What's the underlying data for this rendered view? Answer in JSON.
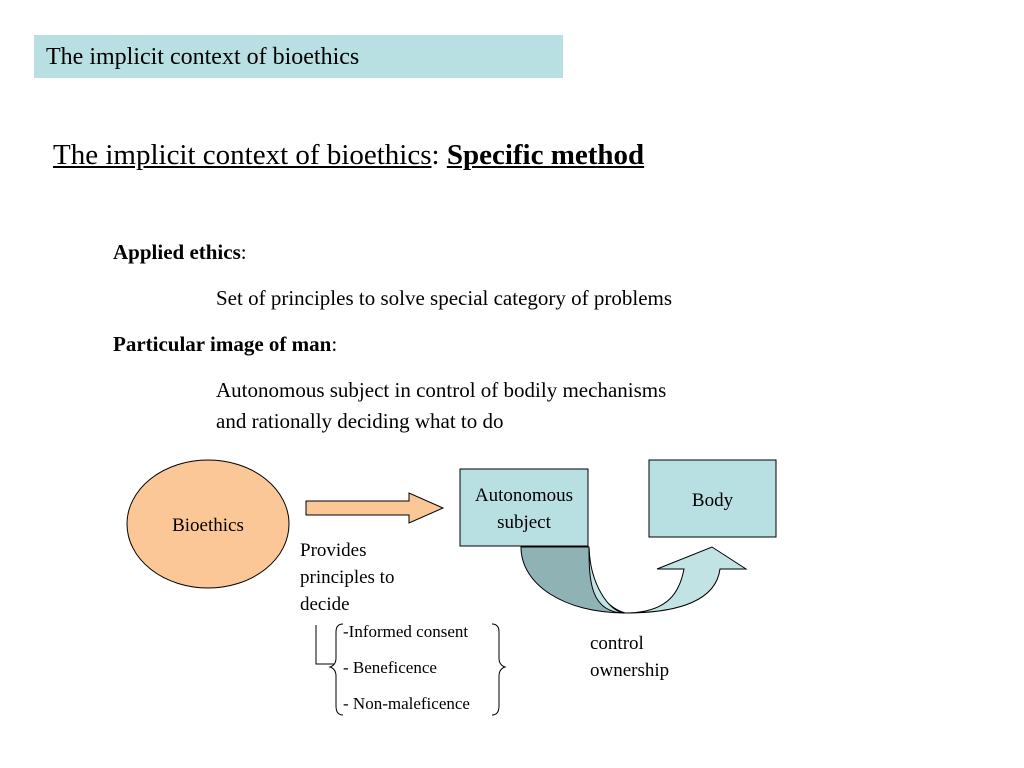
{
  "header": {
    "banner_title": "The implicit context of bioethics"
  },
  "heading": {
    "part1": "The implicit context of bioethics",
    "sep": ": ",
    "part2": "Specific method"
  },
  "content": {
    "applied_ethics_label": "Applied ethics",
    "applied_ethics_colon": ":",
    "applied_ethics_text": "Set of principles to solve special category of problems",
    "image_of_man_label": "Particular image of man",
    "image_of_man_colon": ":",
    "image_of_man_line1": "Autonomous subject in control of bodily mechanisms",
    "image_of_man_line2": "and rationally deciding what to do"
  },
  "diagram": {
    "bioethics": "Bioethics",
    "provides_line1": "Provides",
    "provides_line2": "principles to",
    "provides_line3": "decide",
    "autonomous_line1": "Autonomous",
    "autonomous_line2": "subject",
    "body": "Body",
    "principles": [
      "-Informed consent",
      "- Beneficence",
      "- Non-maleficence"
    ],
    "control": "control",
    "ownership": "ownership"
  },
  "colors": {
    "banner": "#b8dfe1",
    "box_fill": "#b8dfe1",
    "ellipse_fill": "#fbc797",
    "arrow_fill": "#fbc797",
    "curved_arrow_dark": "#8fb2b5",
    "curved_arrow_light": "#c2e3e4"
  }
}
